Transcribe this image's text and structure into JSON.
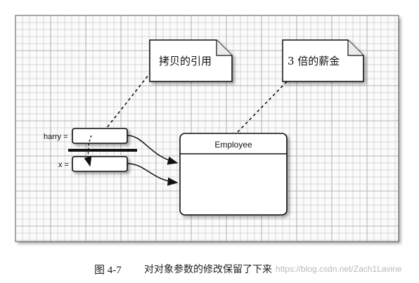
{
  "notes": {
    "reference_copy": "拷贝的引用",
    "triple_salary": "3 倍的薪金"
  },
  "variables": {
    "harry": "harry =",
    "x": "x ="
  },
  "employee_box": {
    "title": "Employee"
  },
  "caption": {
    "figure_number": "图 4-7",
    "text": "对对象参数的修改保留了下来"
  },
  "watermark": "https://blog.csdn.net/Zach1Lavine",
  "colors": {
    "grid_line": "#b4b4b4",
    "grid_background": "#fbfbfb",
    "stroke": "#111111"
  }
}
